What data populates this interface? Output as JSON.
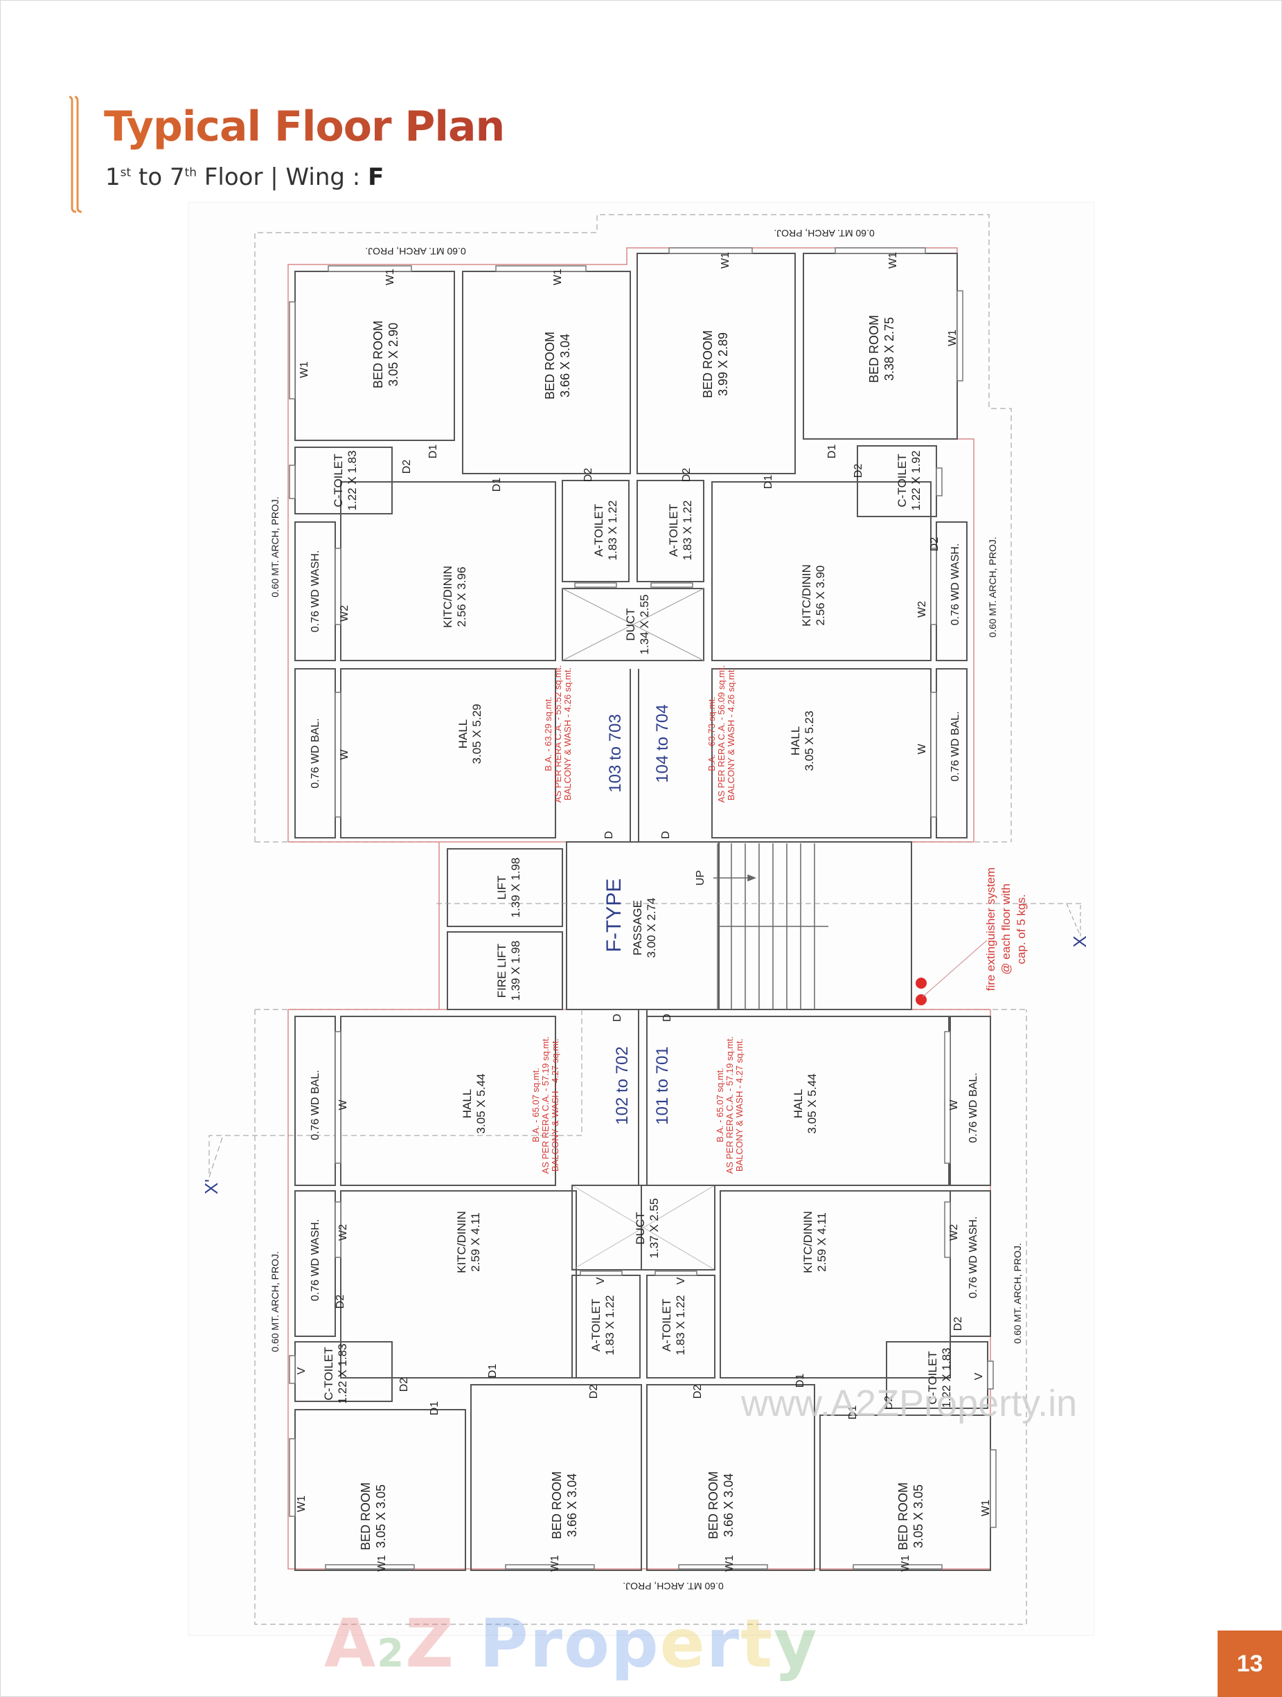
{
  "header": {
    "title": "Typical Floor Plan",
    "subtitle": {
      "floor_from": "1",
      "floor_from_suffix": "st",
      "to_word": "to",
      "floor_to": "7",
      "floor_to_suffix": "th",
      "floor_word": "Floor",
      "separator": "|",
      "wing_label": "Wing :",
      "wing_value": "F"
    }
  },
  "colors": {
    "accent": "#d9692f",
    "title_end": "#b63f2d",
    "wall": "#555555",
    "outline_red": "#d98a8a",
    "dash": "#b0b0b0",
    "annotation_red": "#d33a36",
    "flat_blue": "#2f3f8c"
  },
  "plan": {
    "projection_label": "0.60 MT. ARCH, PROJ.",
    "core": {
      "type_label": "F-TYPE",
      "passage": {
        "name": "PASSAGE",
        "size": "3.00 X 2.74"
      },
      "lift": {
        "name": "LIFT",
        "size": "1.39 X 1.98"
      },
      "fire_lift": {
        "name": "FIRE LIFT",
        "size": "1.39 X 1.98"
      },
      "stair_label": "UP",
      "door_label": "D"
    },
    "fire_note": {
      "line1": "fire extinguisher system",
      "line2": "@ each floor with",
      "line3": "cap. of 5 kgs."
    },
    "section_marks": {
      "right": "X",
      "left": "X'"
    },
    "flats": [
      {
        "id": "upper-left",
        "range": "103 to 703",
        "ba": "B.A. - 63.29 sq.mt.",
        "rera": "AS PER RERA C.A. - 55.52 sq.mt.",
        "balcony": "BALCONY & WASH - 4.26 sq.mt.",
        "rooms": {
          "bed1": {
            "name": "BED ROOM",
            "size": "3.05 X 2.90"
          },
          "bed2": {
            "name": "BED ROOM",
            "size": "3.66 X 3.04"
          },
          "ctoilet": {
            "name": "C-TOILET",
            "size": "1.22 X 1.83"
          },
          "atoilet": {
            "name": "A-TOILET",
            "size": "1.83 X 1.22"
          },
          "kitchen": {
            "name": "KITC/DININ",
            "size": "2.56 X 3.96"
          },
          "hall": {
            "name": "HALL",
            "size": "3.05 X 5.29"
          },
          "wash": {
            "name": "0.76 WD WASH."
          },
          "bal": {
            "name": "0.76 WD BAL."
          }
        }
      },
      {
        "id": "upper-right",
        "range": "104 to 704",
        "ba": "B.A. - 63.73 sq.mt.",
        "rera": "AS PER RERA C.A. - 56.09 sq.mt.",
        "balcony": "BALCONY & WASH - 4.26 sq.mt.",
        "rooms": {
          "bed1": {
            "name": "BED ROOM",
            "size": "3.38 X 2.75"
          },
          "bed2": {
            "name": "BED ROOM",
            "size": "3.99 X 2.89"
          },
          "ctoilet": {
            "name": "C-TOILET",
            "size": "1.22 X 1.92"
          },
          "atoilet": {
            "name": "A-TOILET",
            "size": "1.83 X 1.22"
          },
          "kitchen": {
            "name": "KITC/DININ",
            "size": "2.56 X 3.90"
          },
          "hall": {
            "name": "HALL",
            "size": "3.05 X 5.23"
          },
          "wash": {
            "name": "0.76 WD WASH."
          },
          "bal": {
            "name": "0.76 WD BAL."
          }
        }
      },
      {
        "id": "lower-left",
        "range": "102 to 702",
        "ba": "B.A. - 65.07 sq.mt.",
        "rera": "AS PER RERA C.A. - 57.19 sq.mt.",
        "balcony": "BALCONY & WASH - 4.27 sq.mt.",
        "rooms": {
          "bed1": {
            "name": "BED ROOM",
            "size": "3.05 X 3.05"
          },
          "bed2": {
            "name": "BED ROOM",
            "size": "3.66 X 3.04"
          },
          "ctoilet": {
            "name": "C-TOILET",
            "size": "1.22 X 1.83"
          },
          "atoilet": {
            "name": "A-TOILET",
            "size": "1.83 X 1.22"
          },
          "kitchen": {
            "name": "KITC/DININ",
            "size": "2.59 X 4.11"
          },
          "hall": {
            "name": "HALL",
            "size": "3.05 X 5.44"
          },
          "wash": {
            "name": "0.76 WD WASH."
          },
          "bal": {
            "name": "0.76 WD BAL."
          }
        }
      },
      {
        "id": "lower-right",
        "range": "101 to 701",
        "ba": "B.A. - 65.07 sq.mt.",
        "rera": "AS PER RERA C.A. - 57.19 sq.mt.",
        "balcony": "BALCONY & WASH - 4.27 sq.mt.",
        "rooms": {
          "bed1": {
            "name": "BED ROOM",
            "size": "3.05 X 3.05"
          },
          "bed2": {
            "name": "BED ROOM",
            "size": "3.66 X 3.04"
          },
          "ctoilet": {
            "name": "C-TOILET",
            "size": "1.22 X 1.83"
          },
          "atoilet": {
            "name": "A-TOILET",
            "size": "1.83 X 1.22"
          },
          "kitchen": {
            "name": "KITC/DININ",
            "size": "2.59 X 4.11"
          },
          "hall": {
            "name": "HALL",
            "size": "3.05 X 5.44"
          },
          "wash": {
            "name": "0.76 WD WASH."
          },
          "bal": {
            "name": "0.76 WD BAL."
          }
        }
      }
    ],
    "ducts": {
      "upper": {
        "name": "DUCT",
        "size": "1.34 X 2.55"
      },
      "lower": {
        "name": "DUCT",
        "size": "1.37 X 2.55"
      }
    },
    "openings": {
      "w1": "W1",
      "w2": "W2",
      "w": "W",
      "d1": "D1",
      "d2": "D2",
      "v": "V"
    }
  },
  "watermark": {
    "url": "www.A2ZProperty.in",
    "logo": [
      "A",
      "2",
      "Z",
      " ",
      "P",
      "r",
      "o",
      "p",
      "e",
      "r",
      "t",
      "y"
    ]
  },
  "footer": {
    "page_number": "13"
  }
}
